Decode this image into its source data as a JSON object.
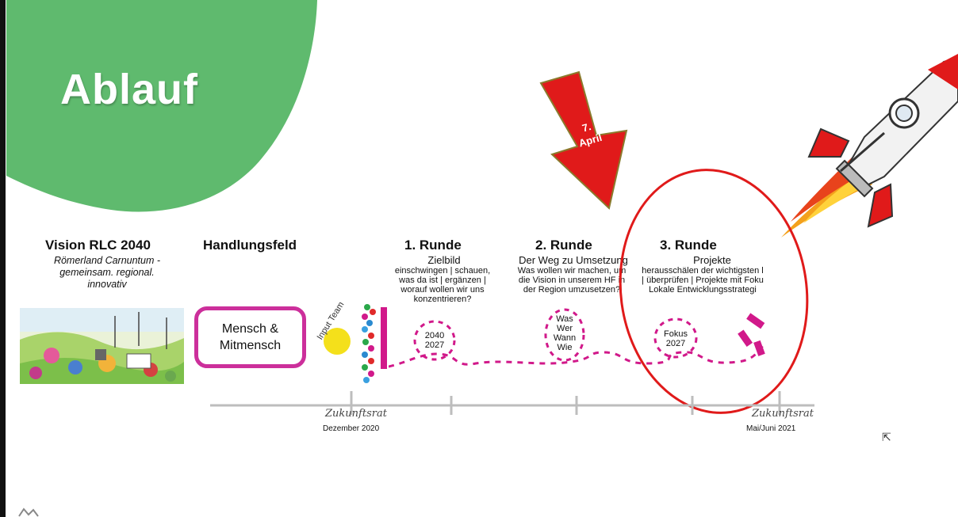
{
  "title": "Ablauf",
  "arrow_label": {
    "line1": "7.",
    "line2": "April"
  },
  "vision": {
    "heading": "Vision RLC 2040",
    "subtitle_line1": "Römerland Carnuntum -",
    "subtitle_line2": "gemeinsam. regional.",
    "subtitle_line3": "innovativ"
  },
  "handlungsfeld": {
    "heading": "Handlungsfeld",
    "box_line1": "Mensch &",
    "box_line2": "Mitmensch"
  },
  "input_team": "Input Team",
  "rounds": [
    {
      "heading": "1. Runde",
      "topic": "Zielbild",
      "desc": [
        "einschwingen | schauen,",
        "was da ist | ergänzen |",
        "worauf wollen wir uns",
        "konzentrieren?"
      ],
      "bubble": [
        "2040",
        "2027"
      ]
    },
    {
      "heading": "2. Runde",
      "topic": "Der Weg zu Umsetzung",
      "desc": [
        "Was wollen wir machen, um",
        "die Vision in unserem HF in",
        "der Region umzusetzen?"
      ],
      "bubble": [
        "Was",
        "Wer",
        "Wann",
        "Wie"
      ]
    },
    {
      "heading": "3. Runde",
      "topic": "Projekte",
      "desc": [
        "herausschälen der wichtigsten l",
        "| überprüfen | Projekte mit Foku",
        "Lokale Entwicklungsstrategi"
      ],
      "bubble": [
        "Fokus",
        "2027"
      ]
    }
  ],
  "timeline": {
    "start_label": "Dezember 2020",
    "end_label": "Mai/Juni 2021",
    "logo_text": "Zukunftsrat"
  },
  "colors": {
    "green": "#5fba6e",
    "red": "#e01a1a",
    "magenta": "#d1198a",
    "axis": "#bdbdbd"
  }
}
